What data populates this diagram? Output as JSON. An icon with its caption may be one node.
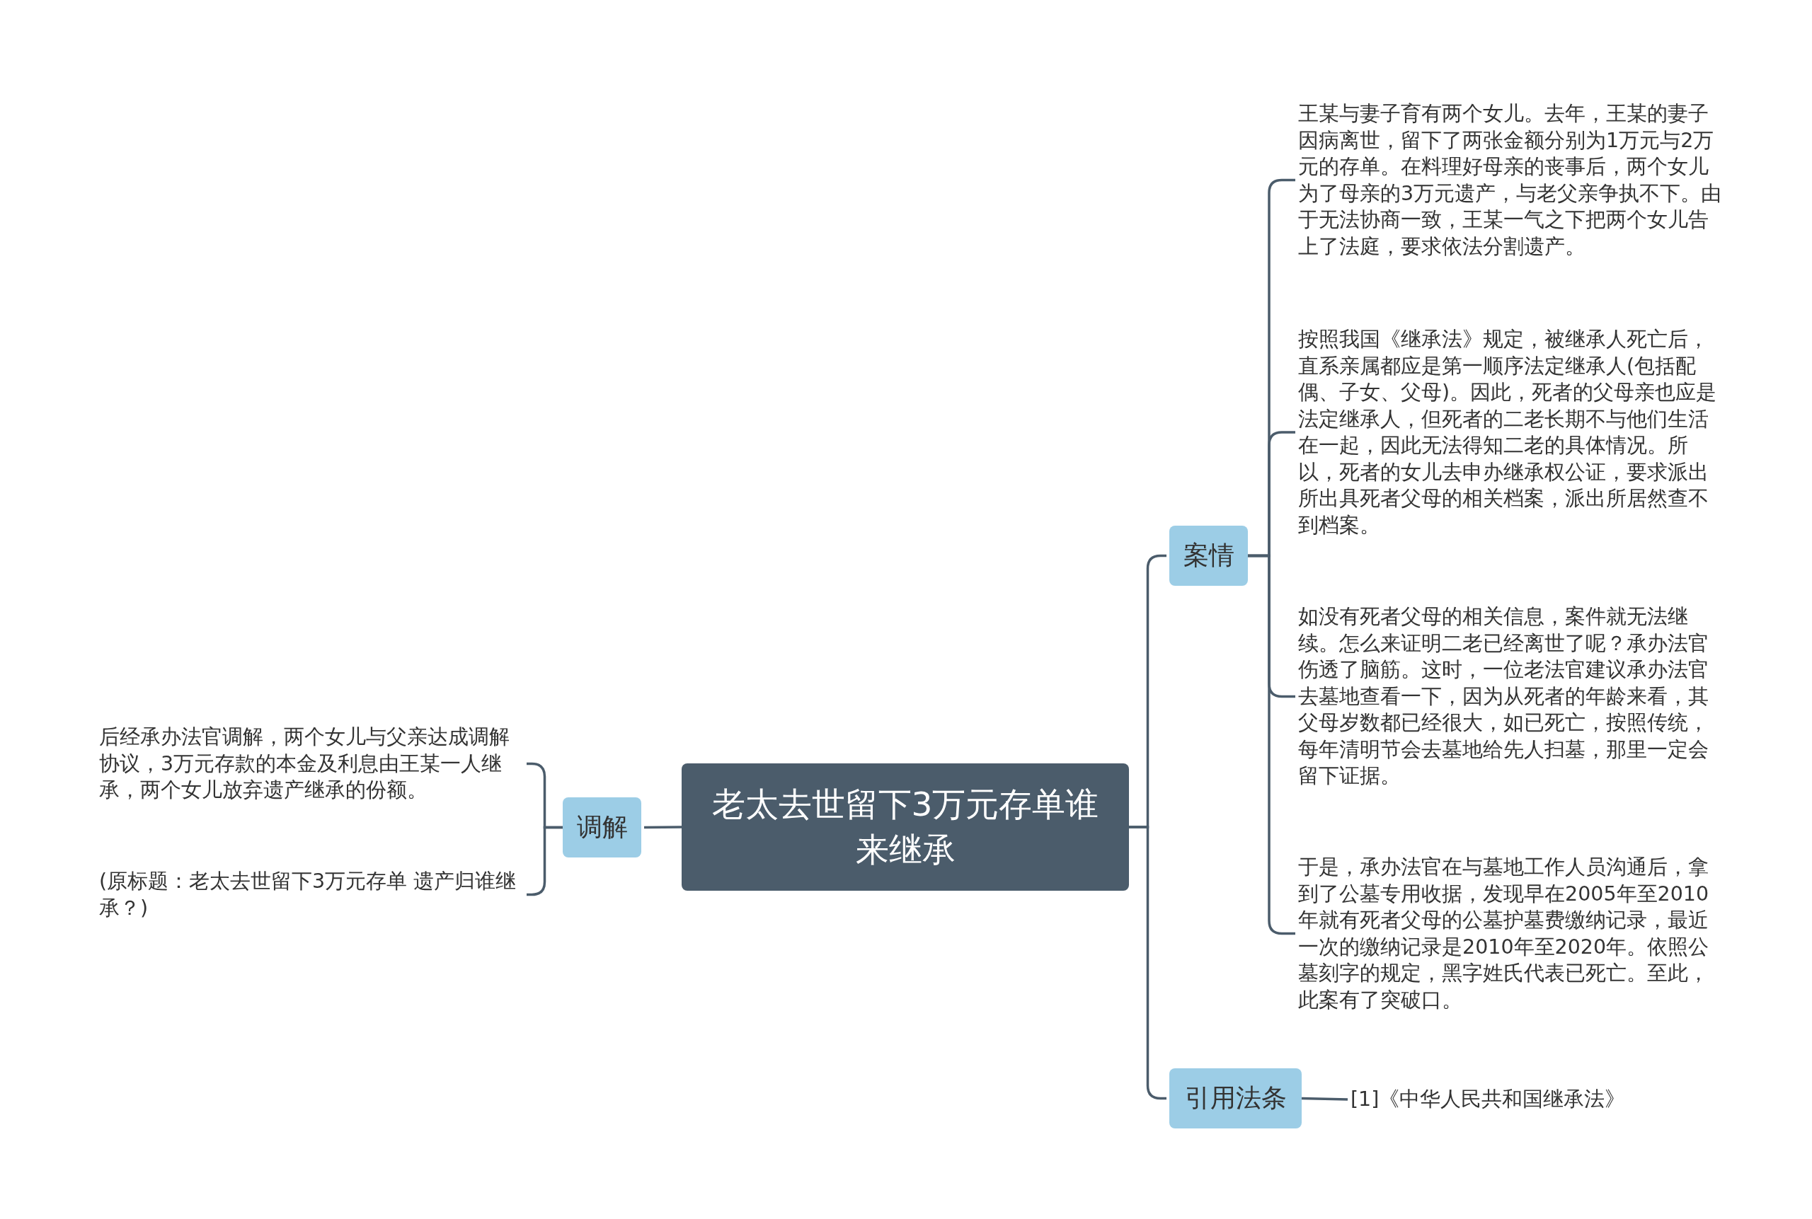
{
  "diagram": {
    "nodes": [
      {
        "text": [
          "老太去世留下3万元存单谁来继承"
        ]
      },
      {
        "text": [
          "案情"
        ]
      },
      {
        "text": [
          "王某与妻子育有两个女儿。去年，王某的妻子因病离世，留下了两张金额分别为1万元与2万元的存单。在料理好母亲的丧事后，两个女儿为了母亲的3万元遗产，与老父亲争执不下。由于无法协商一致，王某一气之下把两个女儿告上了法庭，要求依法分割遗产。"
        ]
      },
      {
        "text": [
          "按照我国《继承法》规定，被继承人死亡后，直系亲属都应是第一顺序法定继承人(包括配偶、子女、父母)。因此，死者的父母亲也应是法定继承人，但死者的二老长期不与他们生活在一起，因此无法得知二老的具体情况。所以，死者的女儿去申办继承权公证，要求派出所出具死者父母的相关档案，派出所居然查不到档案。"
        ]
      },
      {
        "text": [
          "如没有死者父母的相关信息，案件就无法继续。怎么来证明二老已经离世了呢？承办法官伤透了脑筋。这时，一位老法官建议承办法官去墓地查看一下，因为从死者的年龄来看，其父母岁数都已经很大，如已死亡，按照传统，每年清明节会去墓地给先人扫墓，那里一定会留下证据。"
        ]
      },
      {
        "text": [
          "于是，承办法官在与墓地工作人员沟通后，拿到了公墓专用收据，发现早在2005年至2010年就有死者父母的公墓护墓费缴纳记录，最近一次的缴纳记录是2010年至2020年。依照公墓刻字的规定，黑字姓氏代表已死亡。至此，此案有了突破口。"
        ]
      },
      {
        "text": [
          "引用法条"
        ]
      },
      {
        "text": [
          "[1]《中华人民共和国继承法》"
        ]
      },
      {
        "text": [
          "调解"
        ]
      },
      {
        "text": [
          "后经承办法官调解，两个女儿与父亲达成调解协议，3万元存款的本金及利息由王某一人继承，两个女儿放弃遗产继承的份额。"
        ]
      },
      {
        "text": [
          "(原标题：老太去世留下3万元存单 遗产归谁继承？)"
        ]
      }
    ],
    "edges": [
      {
        "from": 0,
        "to": 1,
        "arrow": "none"
      },
      {
        "from": 1,
        "to": 2,
        "arrow": "none"
      },
      {
        "from": 1,
        "to": 3,
        "arrow": "none"
      },
      {
        "from": 1,
        "to": 4,
        "arrow": "none"
      },
      {
        "from": 1,
        "to": 5,
        "arrow": "none"
      },
      {
        "from": 0,
        "to": 6,
        "arrow": "none"
      },
      {
        "from": 6,
        "to": 7,
        "arrow": "none"
      },
      {
        "from": 0,
        "to": 8,
        "arrow": "none"
      },
      {
        "from": 8,
        "to": 9,
        "arrow": "none"
      },
      {
        "from": 8,
        "to": 10,
        "arrow": "none"
      }
    ]
  }
}
